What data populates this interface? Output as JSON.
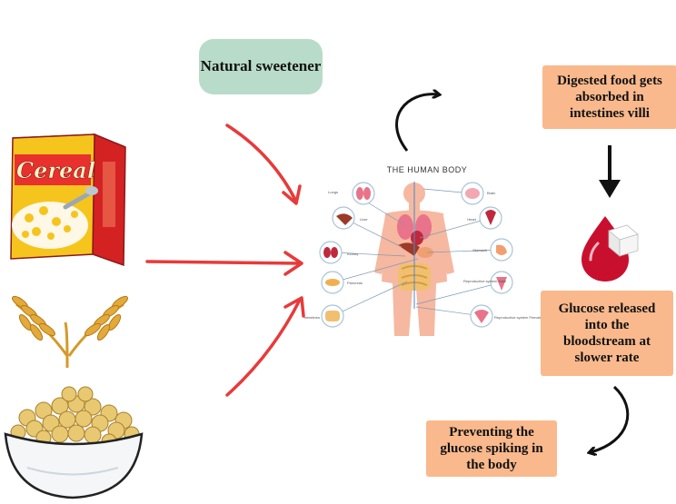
{
  "labels": {
    "natural_sweetener": "Natural sweetener",
    "digested_food": "Digested food gets absorbed in intestines villi",
    "glucose_released": "Glucose released into the bloodstream at slower rate",
    "preventing": "Preventing the glucose spiking in the body"
  },
  "human_body": {
    "title": "THE HUMAN BODY",
    "organs": [
      "Lungs",
      "Brain",
      "Liver",
      "Heart",
      "Kidney",
      "Stomach",
      "Pancreas",
      "Reproductive system Male",
      "Intestines",
      "Reproductive system Female"
    ]
  },
  "cereal_box": {
    "brand": "Cereal"
  },
  "colors": {
    "box_fill": "#f9b98c",
    "sweetener_fill": "#b8dcc9",
    "arrow_red": "#e83a3a",
    "blood_red": "#c8102e"
  }
}
